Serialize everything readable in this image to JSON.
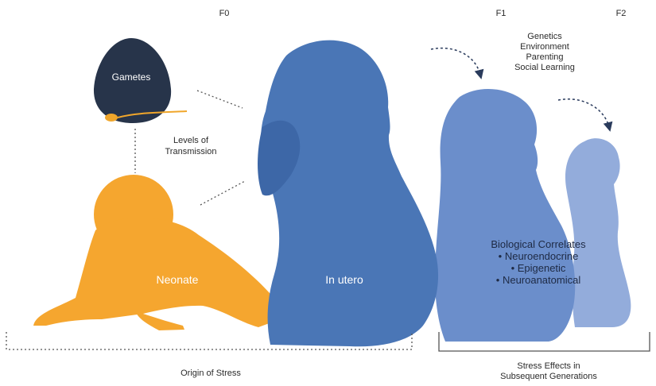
{
  "generations": {
    "f0": "F0",
    "f1": "F1",
    "f2": "F2"
  },
  "gametes_label": "Gametes",
  "levels_label": [
    "Levels of",
    "Transmission"
  ],
  "neonate_label": "Neonate",
  "in_utero_label": "In utero",
  "factors": [
    "Genetics",
    "Environment",
    "Parenting",
    "Social Learning"
  ],
  "biological_correlates": {
    "title": "Biological Correlates",
    "items": [
      "• Neuroendocrine",
      "• Epigenetic",
      "• Neuroanatomical"
    ]
  },
  "origin_label": "Origin of Stress",
  "effects_label": [
    "Stress Effects in",
    "Subsequent Generations"
  ],
  "colors": {
    "gametes": "#27344a",
    "sperm": "#f0a62b",
    "neonate": "#f5a62f",
    "f0_mother": "#4a76b6",
    "f1_mother": "#6b8ecb",
    "f2_mother": "#93acdb"
  }
}
